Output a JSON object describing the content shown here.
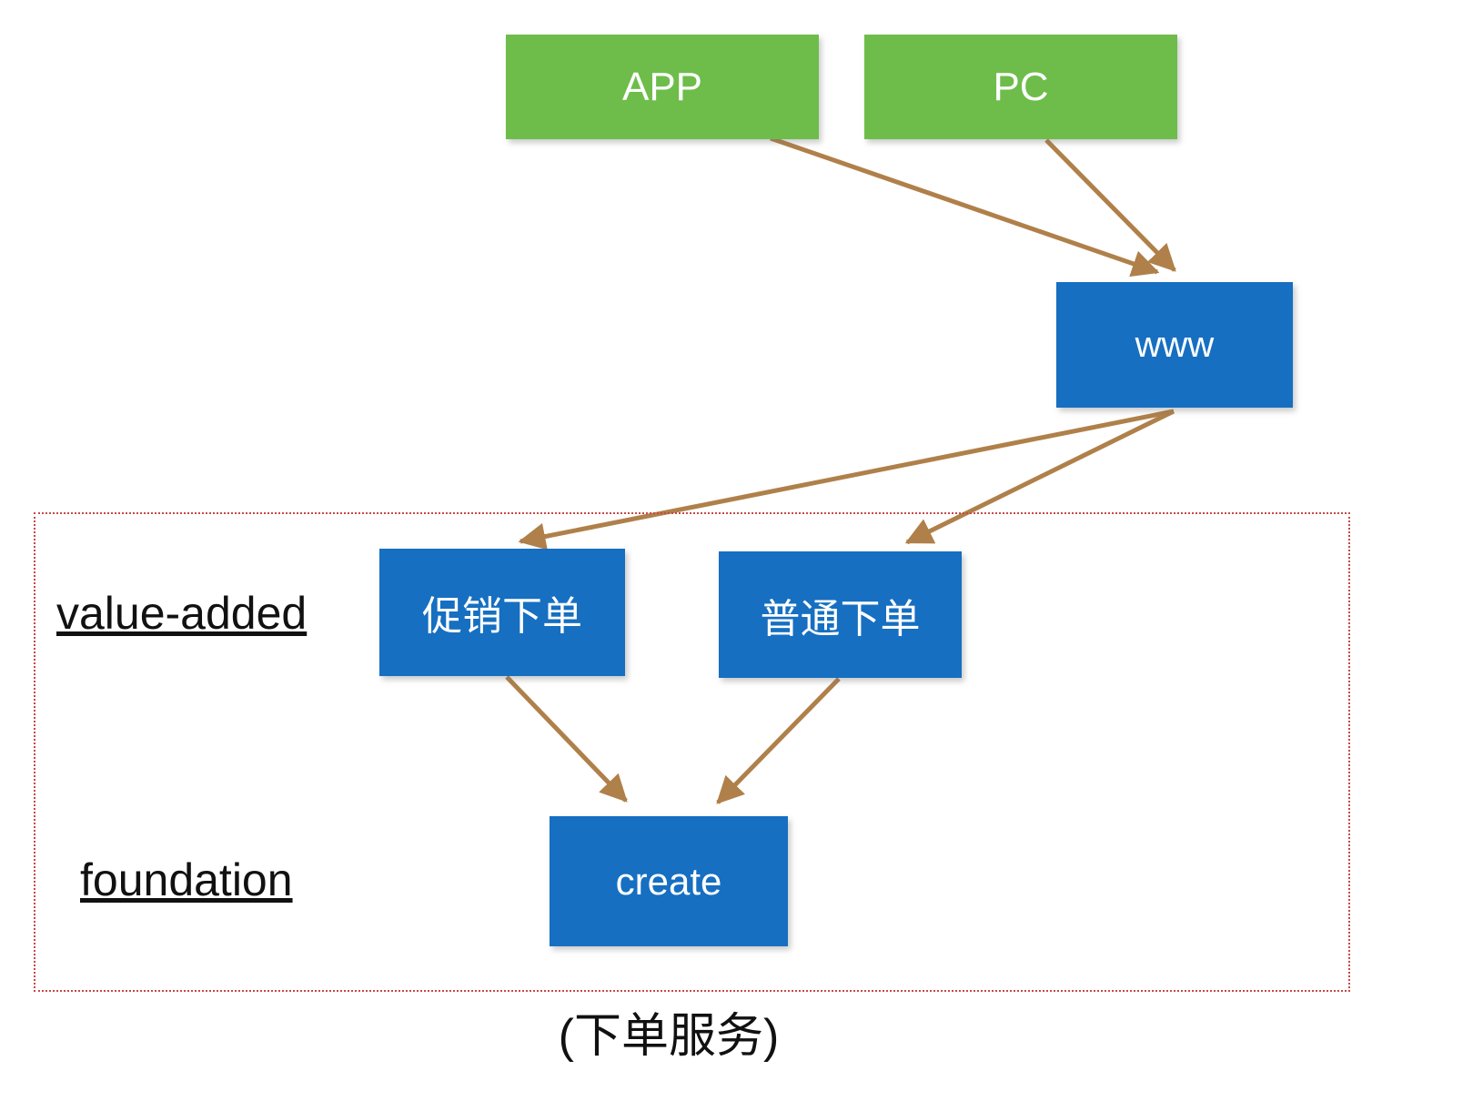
{
  "diagram": {
    "nodes": {
      "app": {
        "label": "APP",
        "type": "client",
        "color": "green"
      },
      "pc": {
        "label": "PC",
        "type": "client",
        "color": "green"
      },
      "www": {
        "label": "www",
        "type": "service",
        "color": "blue"
      },
      "promo": {
        "label": "促销下单",
        "type": "service",
        "color": "blue",
        "layer": "value-added"
      },
      "normal": {
        "label": "普通下单",
        "type": "service",
        "color": "blue",
        "layer": "value-added"
      },
      "create": {
        "label": "create",
        "type": "service",
        "color": "blue",
        "layer": "foundation"
      }
    },
    "edges": [
      {
        "from": "app",
        "to": "www"
      },
      {
        "from": "pc",
        "to": "www"
      },
      {
        "from": "www",
        "to": "promo"
      },
      {
        "from": "www",
        "to": "normal"
      },
      {
        "from": "promo",
        "to": "create"
      },
      {
        "from": "normal",
        "to": "create"
      }
    ],
    "groups": {
      "value_added": {
        "label": "value-added",
        "nodes": [
          "促销下单",
          "普通下单"
        ]
      },
      "foundation": {
        "label": "foundation",
        "nodes": [
          "create"
        ]
      }
    },
    "caption": "(下单服务)"
  },
  "colors": {
    "node_green": "#6ebd4b",
    "node_blue": "#166fc1",
    "arrow_brown": "#b0804a",
    "group_border_red": "#c84848",
    "node_text": "#ffffff",
    "label_text": "#111111",
    "background": "#ffffff"
  }
}
